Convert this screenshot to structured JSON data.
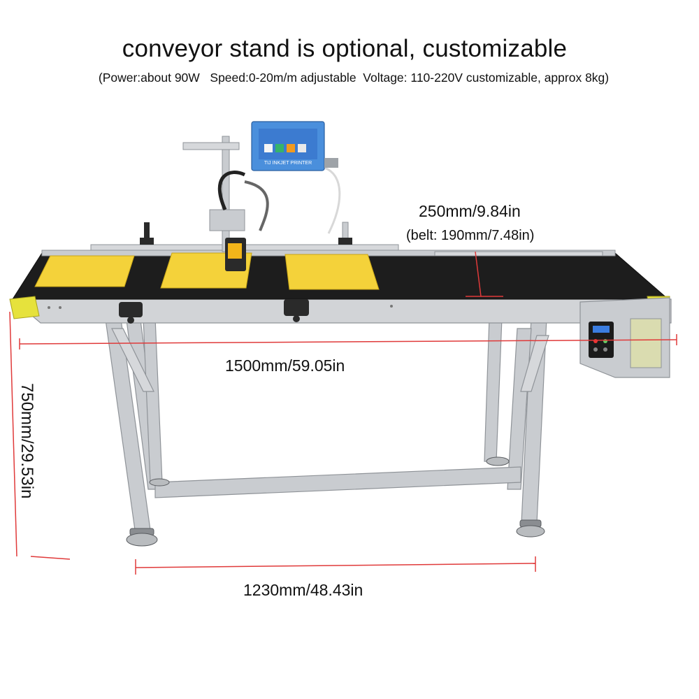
{
  "title": "conveyor stand is optional, customizable",
  "specs": "(Power:about 90W   Speed:0-20m/m adjustable  Voltage: 110-220V customizable, approx 8kg)",
  "dimensions": {
    "width": "250mm/9.84in",
    "belt": "(belt: 190mm/7.48in)",
    "length": "1500mm/59.05in",
    "height": "750mm/29.53in",
    "stand_length": "1230mm/48.43in"
  },
  "printer_label": "TIJ INKJET PRINTER",
  "colors": {
    "belt": "#1d1d1d",
    "frame": "#c9ccd0",
    "pad": "#f4d23a",
    "end_cap": "#e6e23c",
    "dimension_line": "#e03a3a",
    "screen": "#2a7fd6"
  }
}
